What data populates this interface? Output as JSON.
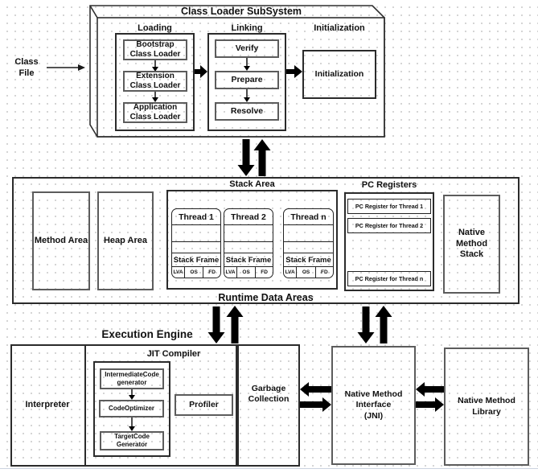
{
  "class_file": {
    "label": "Class File"
  },
  "class_loader": {
    "title": "Class Loader SubSystem",
    "loading": {
      "label": "Loading",
      "boxes": [
        "Bootstrap Class Loader",
        "Extension Class Loader",
        "Application Class Loader"
      ]
    },
    "linking": {
      "label": "Linking",
      "boxes": [
        "Verify",
        "Prepare",
        "Resolve"
      ]
    },
    "initialization": {
      "label": "Initialization",
      "box": "Initialization"
    }
  },
  "runtime_data_areas": {
    "title": "Runtime Data Areas",
    "method_area": "Method Area",
    "heap_area": "Heap Area",
    "stack_area": {
      "label": "Stack Area",
      "threads": [
        {
          "title": "Thread 1",
          "frame_label": "Stack Frame",
          "cells": [
            "LVA",
            "OS",
            "FD"
          ]
        },
        {
          "title": "Thread 2",
          "frame_label": "Stack Frame",
          "cells": [
            "LVA",
            "OS",
            "FD"
          ]
        },
        {
          "title": "Thread n",
          "frame_label": "Stack Frame",
          "cells": [
            "LVA",
            "OS",
            "FD"
          ]
        }
      ]
    },
    "pc_registers": {
      "label": "PC Registers",
      "items": [
        "PC Register for Thread 1",
        "PC Register for Thread 2",
        "PC Register for Thread n"
      ]
    },
    "native_method_stack": "Native Method Stack"
  },
  "execution_engine": {
    "title": "Execution Engine",
    "interpreter": "Interpreter",
    "jit_compiler": {
      "label": "JIT Compiler",
      "boxes": [
        "IntermediateCode\ngenerator",
        "CodeOptimizer",
        "TargetCode\nGenerator"
      ],
      "profiler": "Profiler"
    },
    "garbage_collection": "Garbage Collection",
    "native_method_interface": "Native Method\nInterface\n(JNI)",
    "native_method_library": "Native Method Library"
  },
  "colors": {
    "line": "#2b2b2b",
    "arrow": "#000000",
    "grid_dot": "#c7c7c7"
  }
}
